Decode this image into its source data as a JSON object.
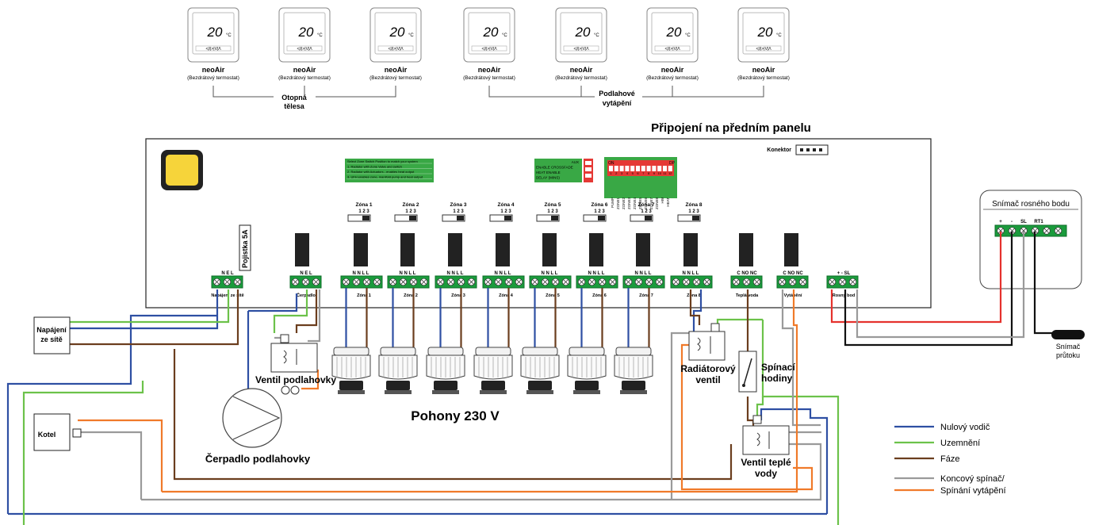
{
  "thermostats": {
    "display_value": "20",
    "unit": "°C",
    "buttons": "<|/|>|V|Λ",
    "name": "neoAir",
    "desc": "(Bezdrátový termostat)",
    "items": [
      {
        "name": "neoAir",
        "desc": "(Bezdrátový termostat)"
      },
      {
        "name": "neoAir",
        "desc": "(Bezdrátový termostat)"
      },
      {
        "name": "neoAir",
        "desc": "(Bezdrátový termostat)"
      },
      {
        "name": "neoAir",
        "desc": "(Bezdrátový termostat)"
      },
      {
        "name": "neoAir",
        "desc": "(Bezdrátový termostat)"
      },
      {
        "name": "neoAir",
        "desc": "(Bezdrátový termostat)"
      },
      {
        "name": "neoAir",
        "desc": "(Bezdrátový termostat)"
      }
    ]
  },
  "groups": {
    "radiators_1": "Otopná",
    "radiators_2": "tělesa",
    "floor_1": "Podlahové",
    "floor_2": "vytápění"
  },
  "panel": {
    "title": "Připojení na předním panelu",
    "connector": "Konektor",
    "fuse": "Pojistka 5A",
    "zone_switch_info": [
      "Select Zone Switch Position to match your system",
      "1. Radiator with Zone Valve and switch",
      "2. Radiator with Actuators - enables heat output",
      "3. UFH enables zone, manifold pump and heat output"
    ],
    "aux_info": [
      "AUX",
      "ENABLE CROSSFADE",
      "HEAT ENABLE",
      "DELAY (MINS)"
    ],
    "dip": {
      "on": "ON",
      "dp": "DP",
      "numbers": [
        "1",
        "2",
        "3",
        "4",
        "5",
        "6",
        "7",
        "8",
        "9",
        "10",
        "11",
        "12"
      ],
      "labels": [
        "PUMP",
        "ZONE1",
        "ZONE2",
        "ZONE3",
        "ZONE4",
        "ZONE5",
        "ZONE6",
        "ZONE7",
        "ZONE8",
        "HW",
        "HEAT"
      ]
    },
    "zones": [
      "Zóna 1",
      "Zóna 2",
      "Zóna 3",
      "Zóna 4",
      "Zóna 5",
      "Zóna 6",
      "Zóna 7",
      "Zóna 8"
    ],
    "zone_positions": "1  2  3",
    "zone_terminals": "N  N  L  L",
    "supply_terminals": "N  E  L",
    "pump_terminals": "N  E  L",
    "relay_terminals": "C  NO  NC",
    "dew_terminals": "+   -   SL",
    "terminal_labels": {
      "supply": "Napájení ze sítě",
      "pump": "Čerpadlo",
      "zones": [
        "Zóna 1",
        "Zóna 2",
        "Zóna 3",
        "Zóna 4",
        "Zóna 5",
        "Zóna 6",
        "Zóna 7",
        "Zóna 8"
      ],
      "hot_water": "Teplá voda",
      "heating": "Vytápění",
      "dew": "Rosný bod"
    }
  },
  "dew_sensor": {
    "title": "Snímač rosného bodu",
    "terminals": [
      "+",
      "-",
      "SL",
      "RT1"
    ]
  },
  "flow_sensor": {
    "line1": "Snímač",
    "line2": "průtoku"
  },
  "components": {
    "supply_1": "Napájení",
    "supply_2": "ze sítě",
    "boiler": "Kotel",
    "floor_valve": "Ventil podlahovky",
    "floor_pump": "Čerpadlo podlahovky",
    "actuators": "Pohony 230 V",
    "rad_valve_1": "Radiátorový",
    "rad_valve_2": "ventil",
    "timer_1": "Spínací",
    "timer_2": "hodiny",
    "hw_valve_1": "Ventil teplé",
    "hw_valve_2": "vody"
  },
  "legend": {
    "neutral": "Nulový vodič",
    "earth": "Uzemnění",
    "phase": "Fáze",
    "switch_1": "Koncový spínač/",
    "switch_2": "Spínání vytápění"
  },
  "colors": {
    "neutral": "#2e4fa3",
    "earth": "#6cc24a",
    "phase": "#6b3e1e",
    "switch_grey": "#9a9a9a",
    "switch_orange": "#f07a2a",
    "terminal_green": "#1a9b3c",
    "red": "#e5322d",
    "black": "#111111",
    "dip_red": "#e53935",
    "panel_yellow": "#f6d43a"
  }
}
